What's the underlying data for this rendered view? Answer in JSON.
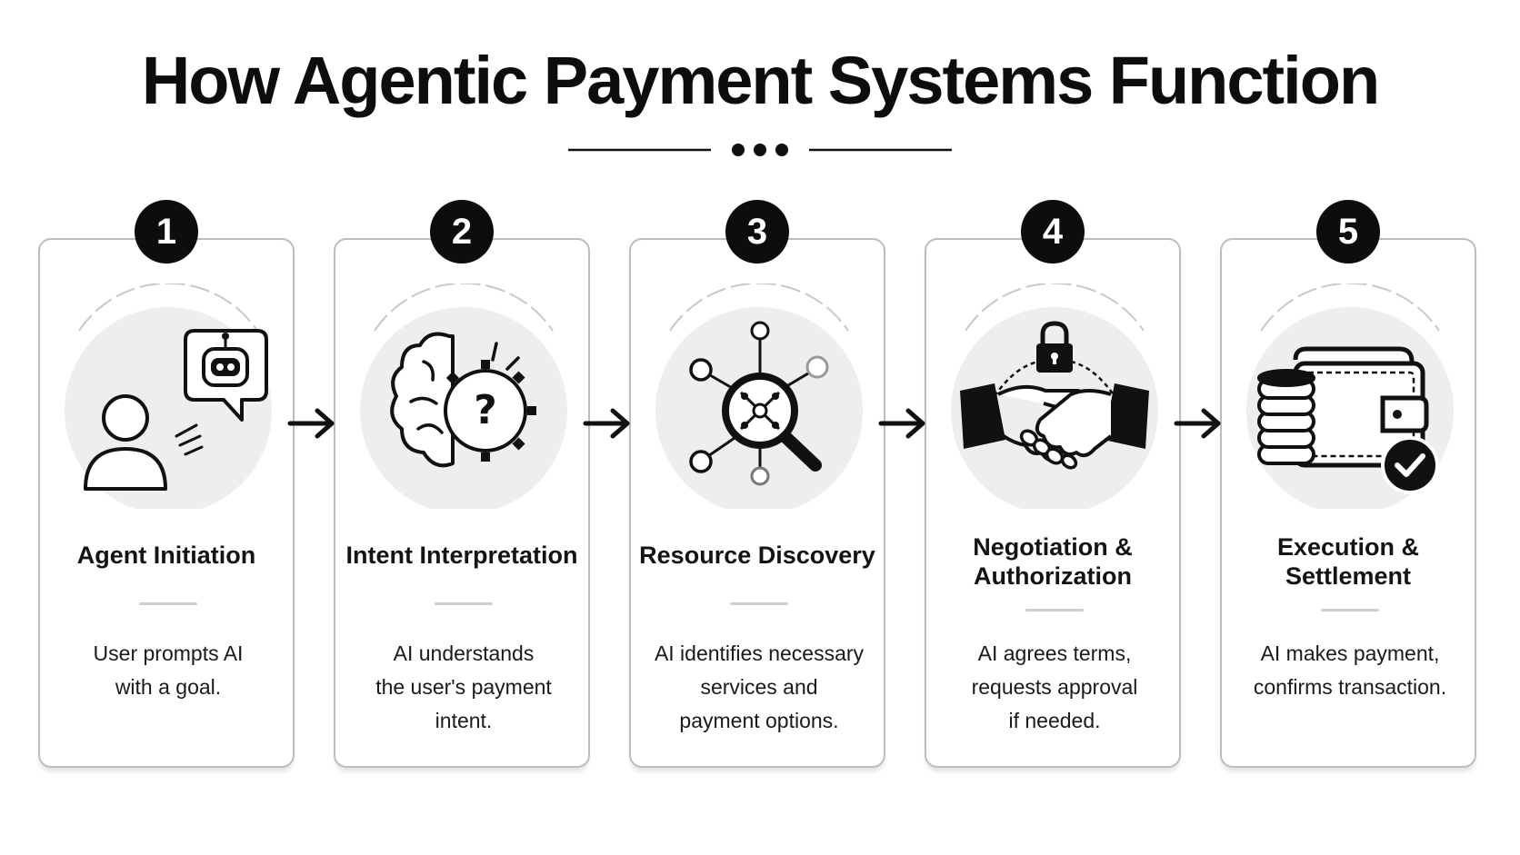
{
  "title": "How Agentic Payment Systems Function",
  "steps": [
    {
      "number": "1",
      "title": "Agent Initiation",
      "description": "User prompts AI\nwith a goal.",
      "icon": "user-with-robot-chat-icon"
    },
    {
      "number": "2",
      "title": "Intent Interpretation",
      "description": "AI understands\nthe user's payment\nintent.",
      "icon": "brain-gear-question-icon"
    },
    {
      "number": "3",
      "title": "Resource Discovery",
      "description": "AI identifies necessary\nservices and\npayment options.",
      "icon": "magnifier-network-icon"
    },
    {
      "number": "4",
      "title": "Negotiation &\nAuthorization",
      "description": "AI agrees terms,\nrequests approval\nif needed.",
      "icon": "handshake-lock-icon"
    },
    {
      "number": "5",
      "title": "Execution &\nSettlement",
      "description": "AI makes payment,\nconfirms transaction.",
      "icon": "wallet-coins-check-icon"
    }
  ],
  "colors": {
    "ink": "#0d0d0d",
    "card_border": "#bdbdbd",
    "icon_circle": "#eeeeee",
    "rule": "#cfcfcf"
  }
}
